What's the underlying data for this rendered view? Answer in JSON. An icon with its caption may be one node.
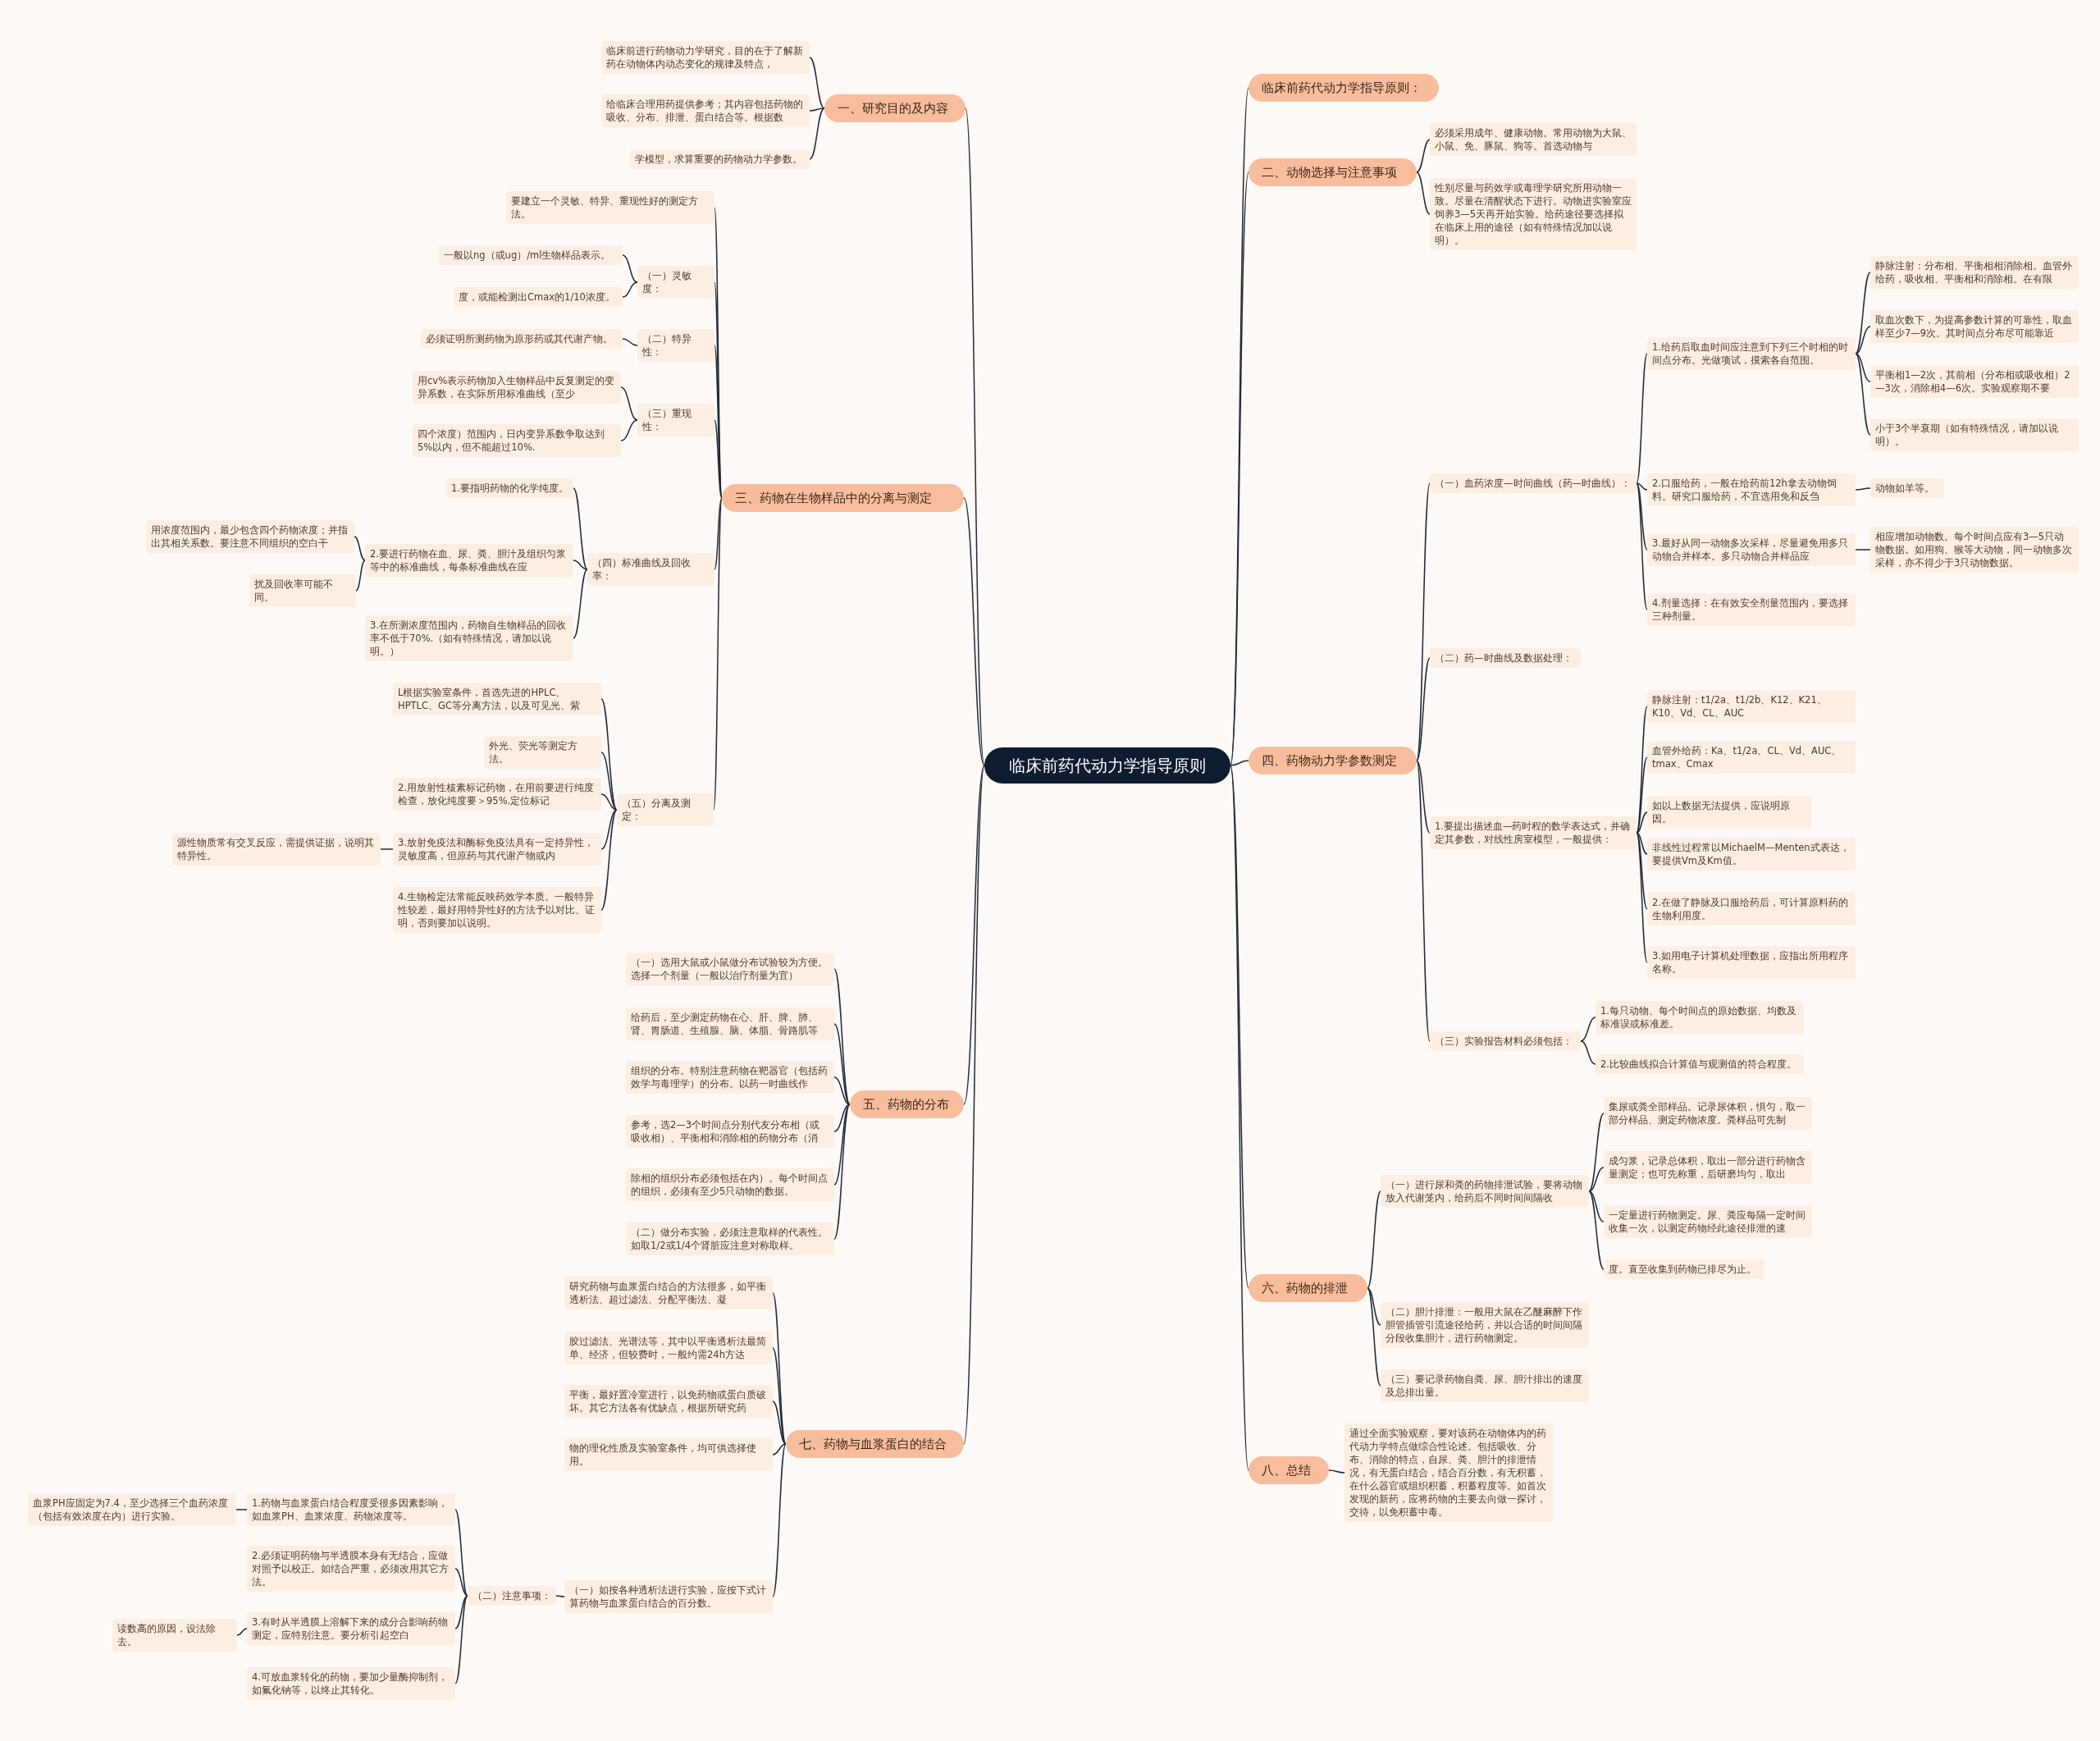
{
  "diagram": {
    "nodes": [
      {
        "text": [
          "临床前药代动力学指导原则"
        ]
      },
      {
        "text": [
          "临床前药代动力学指导原则："
        ]
      },
      {
        "text": [
          "二、动物选择与注意事项"
        ]
      },
      {
        "text": [
          "必须采用成年、健康动物。常用动物为大鼠、小鼠、免、豚鼠、狗等。首选动物与"
        ]
      },
      {
        "text": [
          "性别尽量与药效学或毒理学研究所用动物一致。尽量在清醒状态下进行。动物进实验室应饲养3—5天再开始实验。给药途径要选择拟在临床上用的途径（如有特殊情况加以说明）。"
        ]
      },
      {
        "text": [
          "四、药物动力学参数测定"
        ]
      },
      {
        "text": [
          "（一）血药浓度—时间曲线（药—时曲线）："
        ]
      },
      {
        "text": [
          "1.给药后取血时间应注意到下列三个时相的时间点分布。光做项试，摸索各自范围。"
        ]
      },
      {
        "text": [
          "静脉注射：分布相、平衡相相消除相。血管外给药，吸收相、平衡相和消除相。在有限"
        ]
      },
      {
        "text": [
          "取血次数下，为提高参数计算的可靠性，取血样至少7—9次。其时间点分布尽可能靠近"
        ]
      },
      {
        "text": [
          "平衡相1—2次，其前相（分布相或吸收相）2—3次，消除相4—6次。实验观察期不要"
        ]
      },
      {
        "text": [
          "小于3个半衰期（如有特殊情况，请加以说明）。"
        ]
      },
      {
        "text": [
          "2.口服给药，一般在给药前12h拿去动物饲料。研究口服给药，不宜选用免和反刍"
        ]
      },
      {
        "text": [
          "动物如羊等。"
        ]
      },
      {
        "text": [
          "3.最好从同一动物多次采样，尽量避免用多只动物合并样本。多只动物合并样品应"
        ]
      },
      {
        "text": [
          "相应增加动物数。每个时间点应有3—5只动物数据。如用狗、猴等大动物，同一动物多次采样，亦不得少于3只动物数据。"
        ]
      },
      {
        "text": [
          "4.剂量选择：在有效安全剂量范围内，要选择三种剂量。"
        ]
      },
      {
        "text": [
          "（二）药—时曲线及数据处理："
        ]
      },
      {
        "text": [
          "1.要提出描述血—药时程的数学表达式，并确定其参数，对线性房室模型，一般提供："
        ]
      },
      {
        "text": [
          "静脉注射：t1/2a、t1/2b、K12、K21、K10、Vd、CL、AUC"
        ]
      },
      {
        "text": [
          "血管外给药：Ka、t1/2a、CL、Vd、AUC、tmax、Cmax"
        ]
      },
      {
        "text": [
          "如以上数据无法提供，应说明原因。"
        ]
      },
      {
        "text": [
          "非线性过程常以MichaelM—Menten式表达，要提供Vm及Km值。"
        ]
      },
      {
        "text": [
          "2.在做了静脉及口服给药后，可计算原料药的生物利用度。"
        ]
      },
      {
        "text": [
          "3.如用电子计算机处理数据，应指出所用程序名称。"
        ]
      },
      {
        "text": [
          "（三）实验报告材料必须包括："
        ]
      },
      {
        "text": [
          "1.每只动物、每个时间点的原始数据、均数及标准误或标准差。"
        ]
      },
      {
        "text": [
          "2.比较曲线拟合计算值与观测值的符合程度。"
        ]
      },
      {
        "text": [
          "六、药物的排泄"
        ]
      },
      {
        "text": [
          "（一）进行尿和粪的药物排泄试验，要将动物放入代谢笼内，给药后不同时间间隔收"
        ]
      },
      {
        "text": [
          "集尿或粪全部样品。记录尿体积，惧匀，取一部分样品、测定药物浓度。粪样品可先制"
        ]
      },
      {
        "text": [
          "成匀浆，记录总体积，取出一部分进行药物含量测定；也可先称重，后研磨均匀，取出"
        ]
      },
      {
        "text": [
          "一定量进行药物测定。尿、粪应每隔一定时间收集一次，以测定药物经此途径排泄的速"
        ]
      },
      {
        "text": [
          "度。直至收集到药物已排尽为止。"
        ]
      },
      {
        "text": [
          "（二）胆汁排泄：一般用大鼠在乙醚麻醉下作胆管插管引流途径给药，并以合适的时间间隔分段收集胆汁，进行药物测定。"
        ]
      },
      {
        "text": [
          "（三）要记录药物自粪、尿、胆汁排出的速度及总排出量。"
        ]
      },
      {
        "text": [
          "八、总结"
        ]
      },
      {
        "text": [
          "通过全面实验观察，要对该药在动物体内的药代动力学特点做综合性论述。包括吸收、分布、消除的特点，自尿、粪、胆汁的排泄情况，有无蛋白结合，结合百分数，有无积蓄，在什么器官或组织积蓄，积蓄程度等。如首次发现的新药，应将药物的主要去向做一探讨，交待，以免积蓄中毒。"
        ]
      },
      {
        "text": [
          "一、研究目的及内容"
        ]
      },
      {
        "text": [
          "临床前进行药物动力学研究，目的在于了解新药在动物体内动态变化的规律及特点，"
        ]
      },
      {
        "text": [
          "给临床合理用药提供参考；其内容包括药物的吸收、分布、排泄、蛋白结合等。根据数"
        ]
      },
      {
        "text": [
          "学模型，求算重要的药物动力学参数。"
        ]
      },
      {
        "text": [
          "三、药物在生物样品中的分离与测定"
        ]
      },
      {
        "text": [
          "要建立一个灵敏、特异、重现性好的测定方法。"
        ]
      },
      {
        "text": [
          "（一）灵敏度："
        ]
      },
      {
        "text": [
          "一般以ng（或ug）/ml生物样品表示。"
        ]
      },
      {
        "text": [
          "度，或能检测出Cmax的1/10浓度。"
        ]
      },
      {
        "text": [
          "（二）特异性："
        ]
      },
      {
        "text": [
          "必须证明所测药物为原形药或其代谢产物。"
        ]
      },
      {
        "text": [
          "（三）重现性："
        ]
      },
      {
        "text": [
          "用cv%表示药物加入生物样品中反复测定的变异系数，在实际所用标准曲线（至少"
        ]
      },
      {
        "text": [
          "四个浓度）范围内，日内变异系数争取达到5%以内，但不能超过10%."
        ]
      },
      {
        "text": [
          "（四）标准曲线及回收率："
        ]
      },
      {
        "text": [
          "1.要指明药物的化学纯度。"
        ]
      },
      {
        "text": [
          "2.要进行药物在血、尿、粪、胆汁及组织匀浆等中的标准曲线，每条标准曲线在应"
        ]
      },
      {
        "text": [
          "用浓度范围内，最少包含四个药物浓度；并指出其相关系数。要注意不同组织的空白干"
        ]
      },
      {
        "text": [
          "扰及回收率可能不同。"
        ]
      },
      {
        "text": [
          "3.在所测浓度范围内，药物自生物样品的回收率不低于70%.（如有特殊情况，请加以说明。）"
        ]
      },
      {
        "text": [
          "（五）分离及测定："
        ]
      },
      {
        "text": [
          "L根据实验室条件，首选先进的HPLC、HPTLC、GC等分离方法，以及可见光、紫"
        ]
      },
      {
        "text": [
          "外光、荧光等测定方法。"
        ]
      },
      {
        "text": [
          "2.用放射性核素标记药物，在用前要进行纯度检查，放化纯度要＞95%.定位标记"
        ]
      },
      {
        "text": [
          "3.放射免疫法和酶标免疫法具有一定持异性，灵敏度高，但原药与其代谢产物或内"
        ]
      },
      {
        "text": [
          "源性物质常有交叉反应，需提供证据，说明其特异性。"
        ]
      },
      {
        "text": [
          "4.生物检定法常能反映药效学本质。一般特异性较差，最好用特异性好的方法予以对比、证明，否则要加以说明。"
        ]
      },
      {
        "text": [
          "五、药物的分布"
        ]
      },
      {
        "text": [
          "（一）选用大鼠或小鼠做分布试验较为方便。选择一个剂量（一般以治疗剂量为宜）"
        ]
      },
      {
        "text": [
          "给药后，至少测定药物在心、肝、脾、肺、肾、胃肠道、生殖腺、脑、体脂、骨路肌等"
        ]
      },
      {
        "text": [
          "组织的分布。特别注意药物在靶器官（包括药效学与毒理学）的分布。以药一时曲线作"
        ]
      },
      {
        "text": [
          "参考，选2—3个时间点分别代友分布相（或吸收相）、平衡相和消除相的药物分布（消"
        ]
      },
      {
        "text": [
          "除相的组织分布必须包括在内）。每个时间点的组织，必须有至少5只动物的数据。"
        ]
      },
      {
        "text": [
          "（二）做分布实验，必须注意取样的代表性。如取1/2或1/4个肾脏应注意对称取样。"
        ]
      },
      {
        "text": [
          "七、药物与血浆蛋白的结合"
        ]
      },
      {
        "text": [
          "研究药物与血浆蛋白结合的方法很多，如平衡透析法、超过滤法、分配平衡法、凝"
        ]
      },
      {
        "text": [
          "胶过滤法、光谱法等，其中以平衡透析法最简单、经济，但较费时，一般约需24h方达"
        ]
      },
      {
        "text": [
          "平衡，最好置冷室进行，以免药物或蛋白质破坏。其它方法各有优缺点，根据所研究药"
        ]
      },
      {
        "text": [
          "物的理化性质及实验室条件，均可供选择使用。"
        ]
      },
      {
        "text": [
          "（一）如按各种透析法进行实验，应按下式计算药物与血浆蛋白结合的百分数。"
        ]
      },
      {
        "text": [
          "（二）注意事项："
        ]
      },
      {
        "text": [
          "1.药物与血浆蛋白结合程度受很多因素影响，如血浆PH、血浆浓度、药物浓度等。"
        ]
      },
      {
        "text": [
          "血浆PH应固定为7.4，至少选择三个血药浓度（包括有效浓度在内）进行实验。"
        ]
      },
      {
        "text": [
          "2.必须证明药物与半透膜本身有无结合，应做对照予以校正。如结合严重，必须改用其它方法。"
        ]
      },
      {
        "text": [
          "3.有时从半透膜上溶解下来的成分合影响药物测定，应特别注意。要分析引起空白"
        ]
      },
      {
        "text": [
          "读数高的原因，设法除去。"
        ]
      },
      {
        "text": [
          "4.可放血浆转化的药物，要加少量酶抑制剂，如氟化钠等，以终止其转化。"
        ]
      }
    ],
    "edges": [
      {
        "from": 0,
        "to": 1,
        "arrow": "none"
      },
      {
        "from": 0,
        "to": 2,
        "arrow": "none"
      },
      {
        "from": 2,
        "to": 3,
        "arrow": "none"
      },
      {
        "from": 2,
        "to": 4,
        "arrow": "none"
      },
      {
        "from": 0,
        "to": 5,
        "arrow": "none"
      },
      {
        "from": 5,
        "to": 6,
        "arrow": "none"
      },
      {
        "from": 6,
        "to": 7,
        "arrow": "none"
      },
      {
        "from": 7,
        "to": 8,
        "arrow": "none"
      },
      {
        "from": 7,
        "to": 9,
        "arrow": "none"
      },
      {
        "from": 7,
        "to": 10,
        "arrow": "none"
      },
      {
        "from": 7,
        "to": 11,
        "arrow": "none"
      },
      {
        "from": 6,
        "to": 12,
        "arrow": "none"
      },
      {
        "from": 12,
        "to": 13,
        "arrow": "none"
      },
      {
        "from": 6,
        "to": 14,
        "arrow": "none"
      },
      {
        "from": 14,
        "to": 15,
        "arrow": "none"
      },
      {
        "from": 6,
        "to": 16,
        "arrow": "none"
      },
      {
        "from": 5,
        "to": 17,
        "arrow": "none"
      },
      {
        "from": 5,
        "to": 18,
        "arrow": "none"
      },
      {
        "from": 18,
        "to": 19,
        "arrow": "none"
      },
      {
        "from": 18,
        "to": 20,
        "arrow": "none"
      },
      {
        "from": 18,
        "to": 21,
        "arrow": "none"
      },
      {
        "from": 18,
        "to": 22,
        "arrow": "none"
      },
      {
        "from": 18,
        "to": 23,
        "arrow": "none"
      },
      {
        "from": 18,
        "to": 24,
        "arrow": "none"
      },
      {
        "from": 5,
        "to": 25,
        "arrow": "none"
      },
      {
        "from": 25,
        "to": 26,
        "arrow": "none"
      },
      {
        "from": 25,
        "to": 27,
        "arrow": "none"
      },
      {
        "from": 0,
        "to": 28,
        "arrow": "none"
      },
      {
        "from": 28,
        "to": 29,
        "arrow": "none"
      },
      {
        "from": 29,
        "to": 30,
        "arrow": "none"
      },
      {
        "from": 29,
        "to": 31,
        "arrow": "none"
      },
      {
        "from": 29,
        "to": 32,
        "arrow": "none"
      },
      {
        "from": 29,
        "to": 33,
        "arrow": "none"
      },
      {
        "from": 28,
        "to": 34,
        "arrow": "none"
      },
      {
        "from": 28,
        "to": 35,
        "arrow": "none"
      },
      {
        "from": 0,
        "to": 36,
        "arrow": "none"
      },
      {
        "from": 36,
        "to": 37,
        "arrow": "none"
      },
      {
        "from": 0,
        "to": 38,
        "arrow": "none"
      },
      {
        "from": 38,
        "to": 39,
        "arrow": "none"
      },
      {
        "from": 38,
        "to": 40,
        "arrow": "none"
      },
      {
        "from": 38,
        "to": 41,
        "arrow": "none"
      },
      {
        "from": 0,
        "to": 42,
        "arrow": "none"
      },
      {
        "from": 42,
        "to": 43,
        "arrow": "none"
      },
      {
        "from": 42,
        "to": 44,
        "arrow": "none"
      },
      {
        "from": 44,
        "to": 45,
        "arrow": "none"
      },
      {
        "from": 44,
        "to": 46,
        "arrow": "none"
      },
      {
        "from": 42,
        "to": 47,
        "arrow": "none"
      },
      {
        "from": 47,
        "to": 48,
        "arrow": "none"
      },
      {
        "from": 42,
        "to": 49,
        "arrow": "none"
      },
      {
        "from": 49,
        "to": 50,
        "arrow": "none"
      },
      {
        "from": 49,
        "to": 51,
        "arrow": "none"
      },
      {
        "from": 42,
        "to": 52,
        "arrow": "none"
      },
      {
        "from": 52,
        "to": 53,
        "arrow": "none"
      },
      {
        "from": 52,
        "to": 54,
        "arrow": "none"
      },
      {
        "from": 54,
        "to": 55,
        "arrow": "none"
      },
      {
        "from": 54,
        "to": 56,
        "arrow": "none"
      },
      {
        "from": 52,
        "to": 57,
        "arrow": "none"
      },
      {
        "from": 42,
        "to": 58,
        "arrow": "none"
      },
      {
        "from": 58,
        "to": 59,
        "arrow": "none"
      },
      {
        "from": 58,
        "to": 60,
        "arrow": "none"
      },
      {
        "from": 58,
        "to": 61,
        "arrow": "none"
      },
      {
        "from": 58,
        "to": 62,
        "arrow": "none"
      },
      {
        "from": 62,
        "to": 63,
        "arrow": "none"
      },
      {
        "from": 58,
        "to": 64,
        "arrow": "none"
      },
      {
        "from": 0,
        "to": 65,
        "arrow": "none"
      },
      {
        "from": 65,
        "to": 66,
        "arrow": "none"
      },
      {
        "from": 65,
        "to": 67,
        "arrow": "none"
      },
      {
        "from": 65,
        "to": 68,
        "arrow": "none"
      },
      {
        "from": 65,
        "to": 69,
        "arrow": "none"
      },
      {
        "from": 65,
        "to": 70,
        "arrow": "none"
      },
      {
        "from": 65,
        "to": 71,
        "arrow": "none"
      },
      {
        "from": 0,
        "to": 72,
        "arrow": "none"
      },
      {
        "from": 72,
        "to": 73,
        "arrow": "none"
      },
      {
        "from": 72,
        "to": 74,
        "arrow": "none"
      },
      {
        "from": 72,
        "to": 75,
        "arrow": "none"
      },
      {
        "from": 72,
        "to": 76,
        "arrow": "none"
      },
      {
        "from": 72,
        "to": 77,
        "arrow": "none"
      },
      {
        "from": 77,
        "to": 78,
        "arrow": "none"
      },
      {
        "from": 78,
        "to": 79,
        "arrow": "none"
      },
      {
        "from": 79,
        "to": 80,
        "arrow": "none"
      },
      {
        "from": 78,
        "to": 81,
        "arrow": "none"
      },
      {
        "from": 78,
        "to": 82,
        "arrow": "none"
      },
      {
        "from": 82,
        "to": 83,
        "arrow": "none"
      },
      {
        "from": 78,
        "to": 84,
        "arrow": "none"
      }
    ]
  }
}
